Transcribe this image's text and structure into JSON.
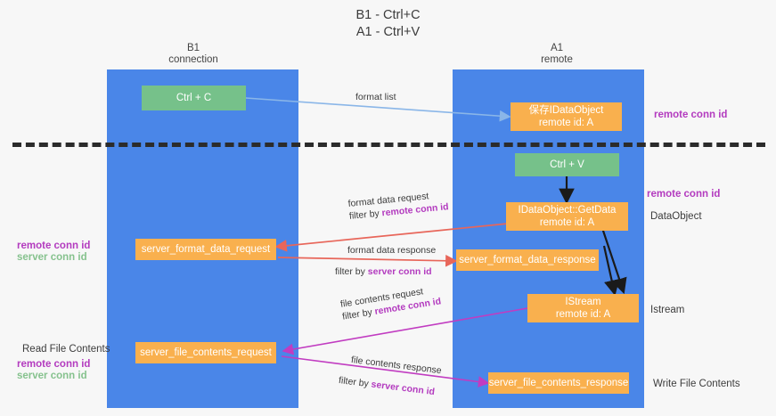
{
  "title": {
    "line1": "B1 - Ctrl+C",
    "line2": "A1 - Ctrl+V"
  },
  "lanes": [
    {
      "id": "b1",
      "name": "B1",
      "role": "connection"
    },
    {
      "id": "a1",
      "name": "A1",
      "role": "remote"
    }
  ],
  "boxes": {
    "ctrl_c": {
      "line1": "Ctrl + C",
      "line2": ""
    },
    "save_idataobject": {
      "line1": "保存IDataObject",
      "line2": "remote id: A"
    },
    "ctrl_v": {
      "line1": "Ctrl + V",
      "line2": ""
    },
    "getdata": {
      "line1": "IDataObject::GetData",
      "line2": "remote id: A"
    },
    "server_format_data_request": {
      "line1": "server_format_data_request",
      "line2": ""
    },
    "server_format_data_response": {
      "line1": "server_format_data_response",
      "line2": ""
    },
    "istream": {
      "line1": "IStream",
      "line2": "remote id: A"
    },
    "server_file_contents_request": {
      "line1": "server_file_contents_request",
      "line2": ""
    },
    "server_file_contents_response": {
      "line1": "server_file_contents_response",
      "line2": ""
    }
  },
  "arrow_labels": {
    "format_list": "format list",
    "format_data_request": "format data request",
    "format_data_request_filter_prefix": "filter by ",
    "format_data_request_filter_key": "remote conn id",
    "format_data_response": "format data response",
    "format_data_response_filter_prefix": "filter by ",
    "format_data_response_filter_key": "server conn id",
    "file_contents_request": "file contents request",
    "file_contents_request_filter_prefix": "filter by ",
    "file_contents_request_filter_key": "remote conn id",
    "file_contents_response": "file contents response",
    "file_contents_response_filter_prefix": "filter by ",
    "file_contents_response_filter_key": "server conn id"
  },
  "side_notes": {
    "right_remote_conn_id_top": "remote conn id",
    "right_remote_conn_id_mid": "remote conn id",
    "right_dataobject": "DataObject",
    "right_istream": "Istream",
    "right_write_file_contents": "Write File Contents",
    "left_remote_conn_id": "remote conn id",
    "left_server_conn_id": "server conn id",
    "left_read_file_contents": "Read File Contents",
    "left_bottom_remote_conn_id": "remote conn id",
    "left_bottom_server_conn_id": "server conn id"
  },
  "colors": {
    "lane": "#4a86e8",
    "box_orange": "#f9b04e",
    "box_green": "#76c18a",
    "key_purple": "#b33bbf",
    "key_green": "#86c28e",
    "arrow_blue": "#8ab6e8",
    "arrow_red": "#e8665a",
    "arrow_magenta": "#c13cc1",
    "arrow_black": "#1a1a1a",
    "divider": "#2b2b2b",
    "background": "#f7f7f7"
  }
}
